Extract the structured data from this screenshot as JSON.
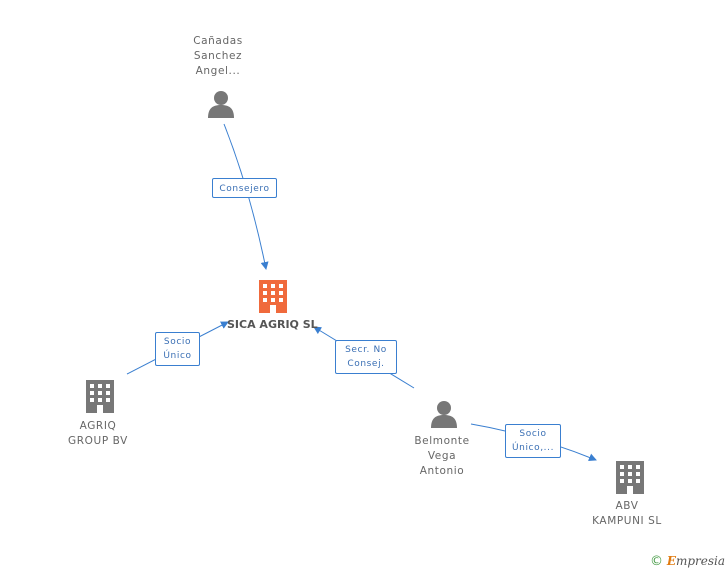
{
  "nodes": {
    "main": {
      "name": "SICA AGRIQ SL",
      "color": "#f06a3c"
    },
    "canadas": {
      "lines": [
        "Cañadas",
        "Sanchez",
        "Angel..."
      ]
    },
    "agriq": {
      "lines": [
        "AGRIQ",
        "GROUP BV"
      ]
    },
    "belmonte": {
      "lines": [
        "Belmonte",
        "Vega",
        "Antonio"
      ]
    },
    "abv": {
      "lines": [
        "ABV",
        "KAMPUNI SL"
      ]
    }
  },
  "edges": {
    "consejero": {
      "lines": [
        "Consejero"
      ]
    },
    "socio_unico": {
      "lines": [
        "Socio",
        "Único"
      ]
    },
    "secr_no_consej": {
      "lines": [
        "Secr. No",
        "Consej."
      ]
    },
    "socio_unico_2": {
      "lines": [
        "Socio",
        "Único,..."
      ]
    }
  },
  "colors": {
    "edge": "#3a7fd0",
    "icon": "#777777",
    "main": "#f06a3c"
  },
  "footer": {
    "copyright": "©",
    "brand_initial": "E",
    "brand_rest": "mpresia"
  }
}
